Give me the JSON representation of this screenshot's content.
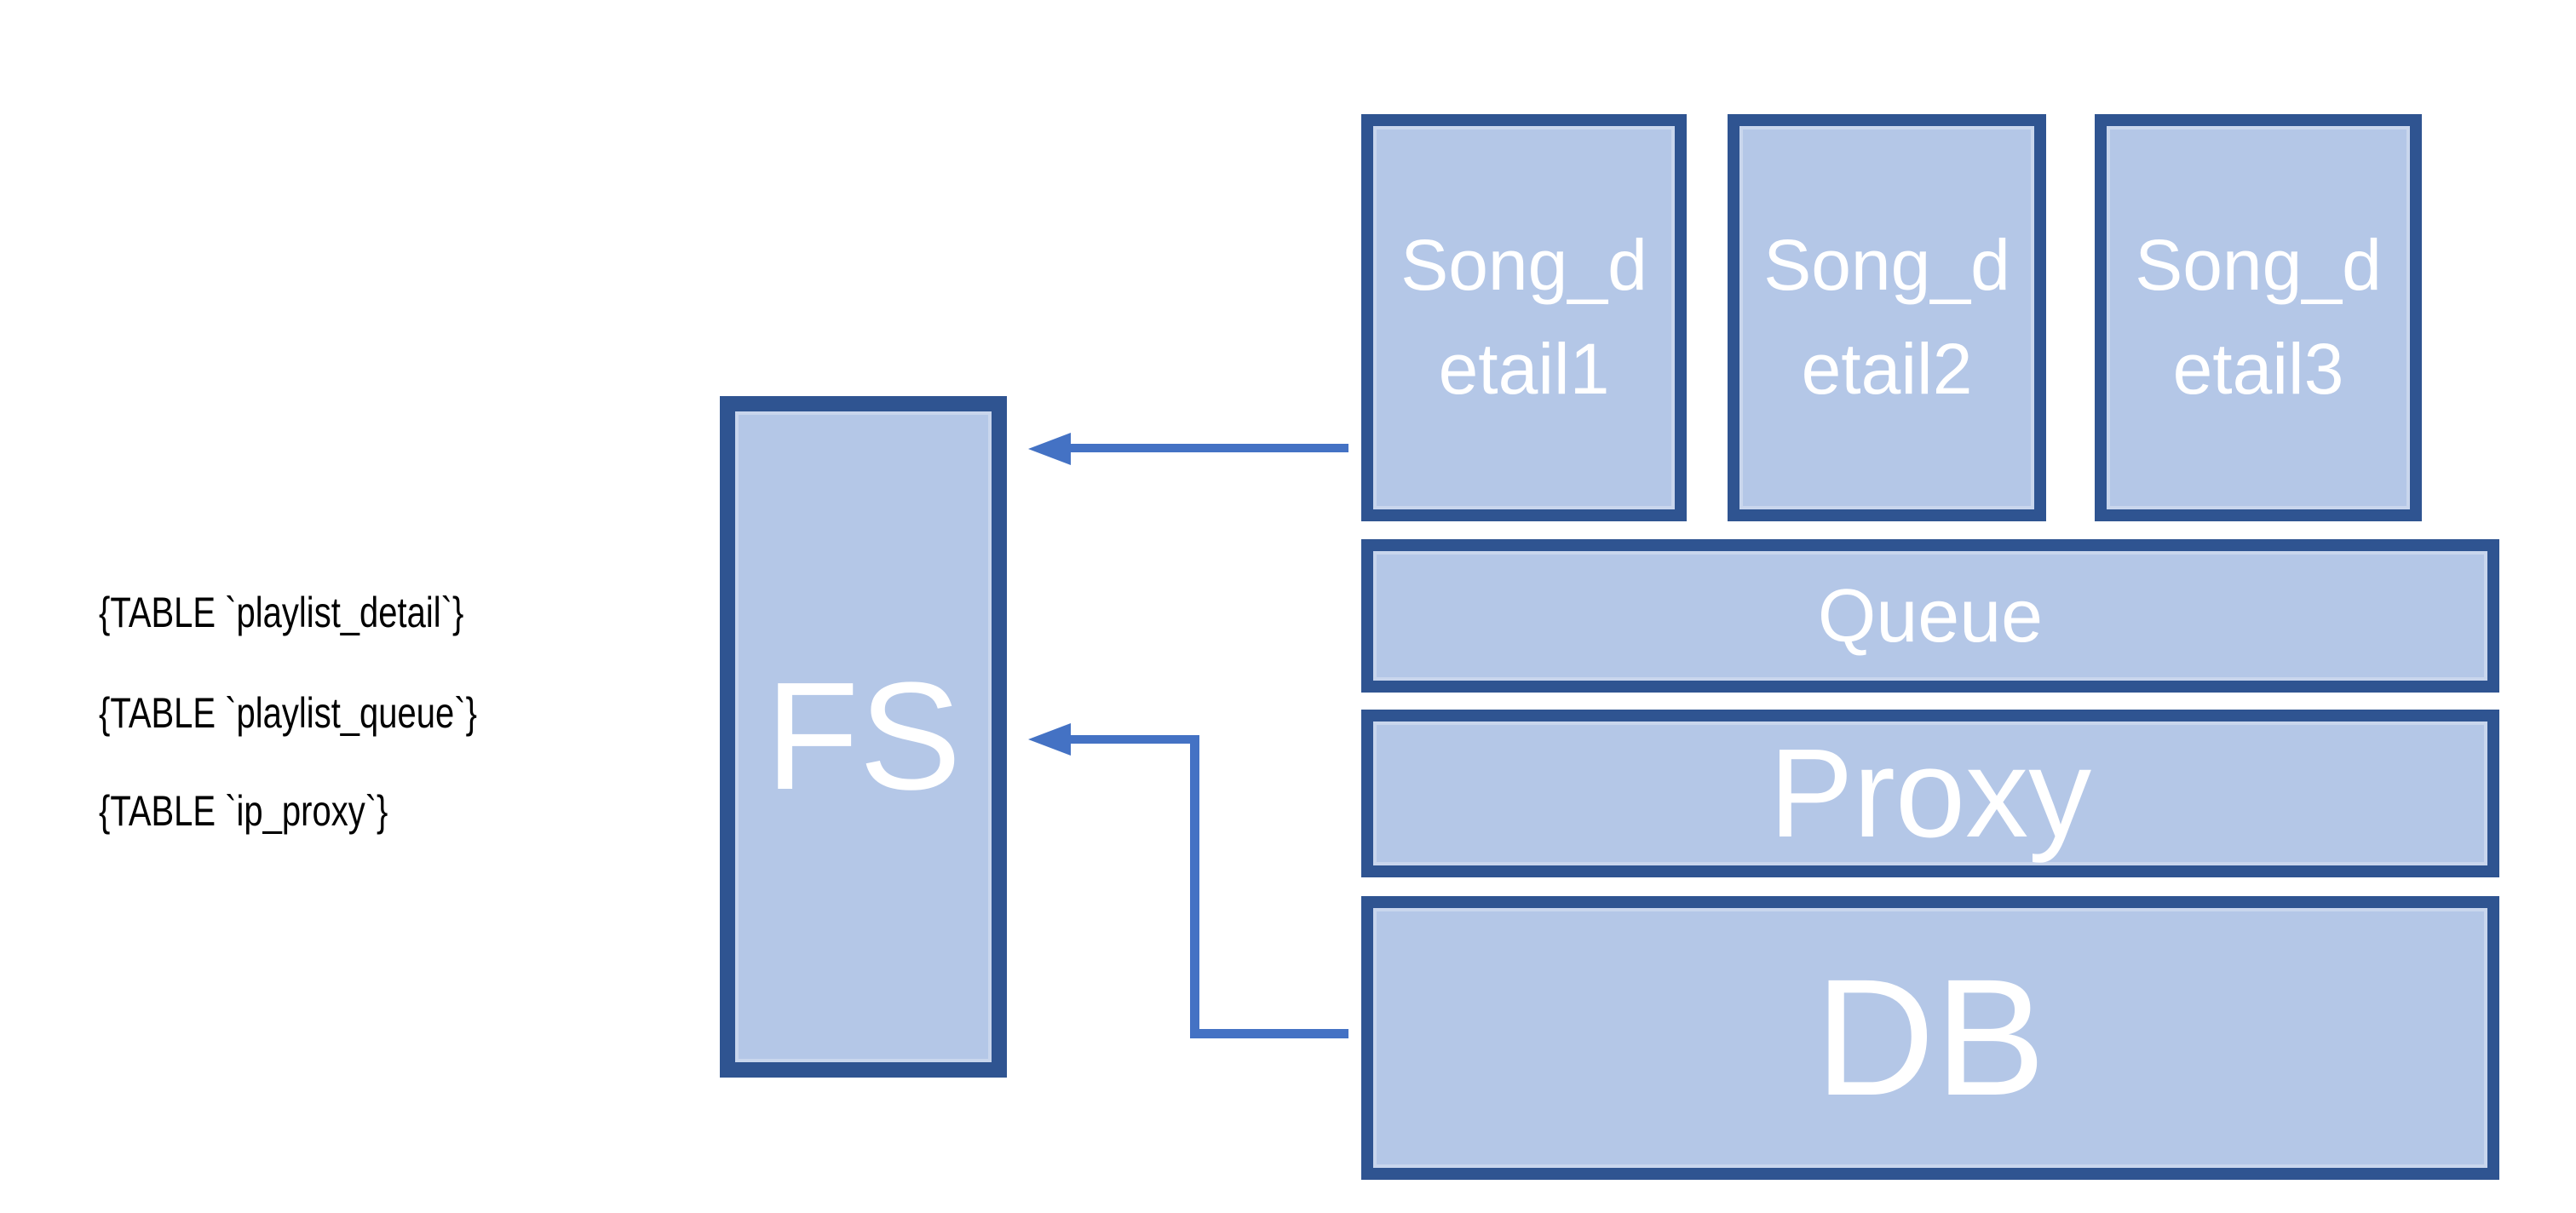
{
  "theme": {
    "page_bg": "#ffffff",
    "box_fill": "#b4c7e7",
    "box_border": "#2f5491",
    "arrow_color": "#4472c4",
    "box_text": "#ffffff",
    "label_text": "#000000"
  },
  "diagram": {
    "boxes": {
      "fs": {
        "label": "FS"
      },
      "song1": {
        "label": "Song_d\netail1"
      },
      "song2": {
        "label": "Song_d\netail2"
      },
      "song3": {
        "label": "Song_d\netail3"
      },
      "queue": {
        "label": "Queue"
      },
      "proxy": {
        "label": "Proxy"
      },
      "db": {
        "label": "DB"
      }
    },
    "table_labels": [
      "{TABLE `playlist_detail`}",
      "{TABLE `playlist_queue`}",
      "{TABLE `ip_proxy`}"
    ],
    "arrows": [
      {
        "id": "song-detail1-to-fs",
        "from": "Song_detail1",
        "to": "FS",
        "shape": "straight"
      },
      {
        "id": "db-to-fs",
        "from": "DB",
        "to": "FS",
        "shape": "elbow"
      }
    ]
  }
}
